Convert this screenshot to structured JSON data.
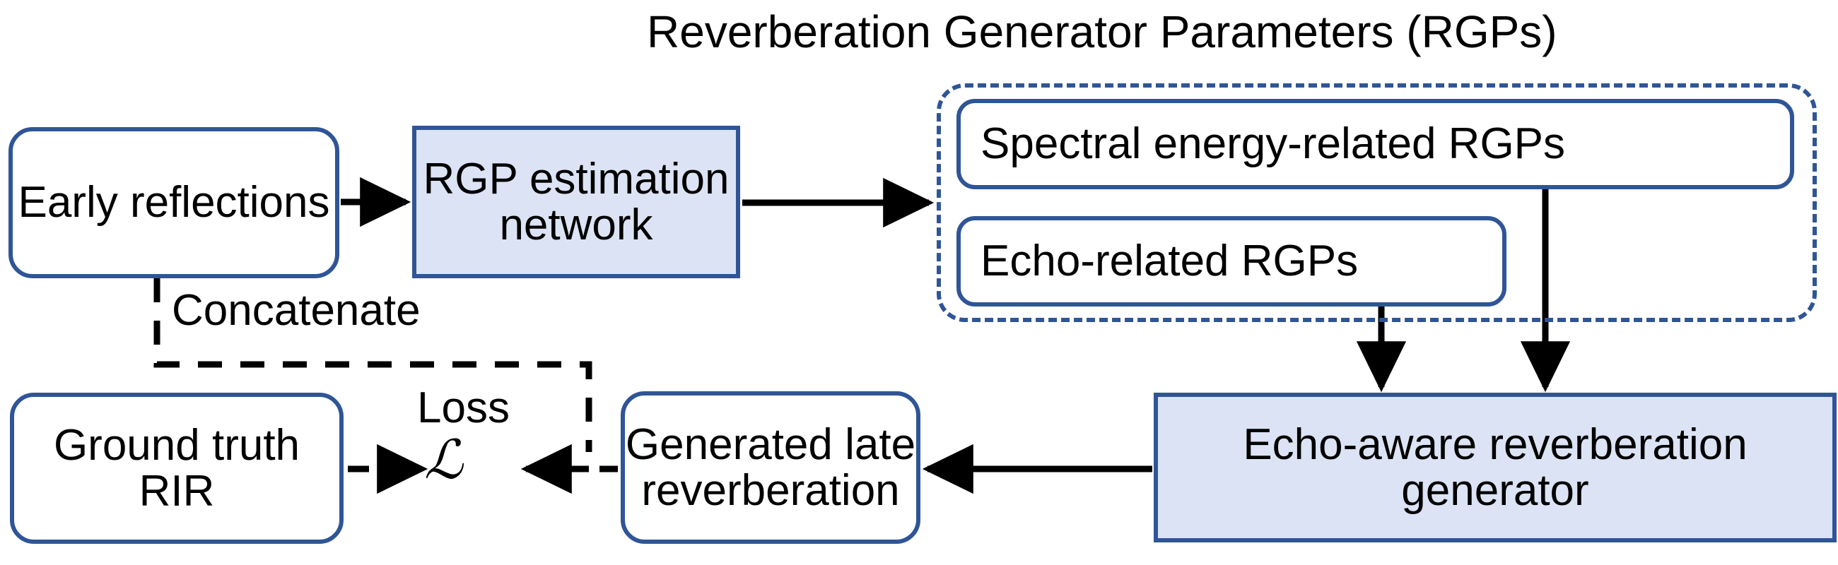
{
  "diagram": {
    "title": "Reverberation Generator Parameters (RGPs)",
    "nodes": {
      "early_reflections": "Early reflections",
      "rgp_estimation_network": "RGP estimation network",
      "spectral_rgps": "Spectral energy-related RGPs",
      "echo_rgps": "Echo-related RGPs",
      "echo_aware_generator": "Echo-aware reverberation generator",
      "generated_late_reverberation": "Generated late reverberation",
      "ground_truth_rir": "Ground truth RIR"
    },
    "edge_labels": {
      "concatenate": "Concatenate",
      "loss": "Loss",
      "loss_symbol": "ℒ"
    },
    "colors": {
      "node_border": "#2f5597",
      "node_fill_blue": "#dbe3f4",
      "node_fill_white": "#ffffff",
      "arrow": "#000000",
      "group_border": "#2f5597"
    }
  },
  "chart_data": {
    "type": "diagram",
    "title": "Reverberation Generator Parameters (RGPs)",
    "nodes": [
      {
        "id": "early_reflections",
        "label": "Early reflections",
        "shape": "rounded-rect",
        "fill": "#ffffff",
        "border": "#2f5597"
      },
      {
        "id": "rgp_estimation_network",
        "label": "RGP estimation network",
        "shape": "rect",
        "fill": "#dbe3f4",
        "border": "#2f5597"
      },
      {
        "id": "spectral_rgps",
        "label": "Spectral energy-related RGPs",
        "shape": "rounded-rect",
        "fill": "#ffffff",
        "border": "#2f5597",
        "group": "rgps"
      },
      {
        "id": "echo_rgps",
        "label": "Echo-related RGPs",
        "shape": "rounded-rect",
        "fill": "#ffffff",
        "border": "#2f5597",
        "group": "rgps"
      },
      {
        "id": "echo_aware_generator",
        "label": "Echo-aware reverberation generator",
        "shape": "rect",
        "fill": "#dbe3f4",
        "border": "#2f5597"
      },
      {
        "id": "generated_late_reverberation",
        "label": "Generated late reverberation",
        "shape": "rounded-rect",
        "fill": "#ffffff",
        "border": "#2f5597"
      },
      {
        "id": "ground_truth_rir",
        "label": "Ground truth RIR",
        "shape": "rounded-rect",
        "fill": "#ffffff",
        "border": "#2f5597"
      },
      {
        "id": "loss",
        "label": "ℒ",
        "shape": "none"
      }
    ],
    "groups": [
      {
        "id": "rgps",
        "label": "Reverberation Generator Parameters (RGPs)",
        "style": "dashed",
        "border": "#2f5597",
        "members": [
          "spectral_rgps",
          "echo_rgps"
        ]
      }
    ],
    "edges": [
      {
        "from": "early_reflections",
        "to": "rgp_estimation_network",
        "style": "solid",
        "arrow": true,
        "label": ""
      },
      {
        "from": "rgp_estimation_network",
        "to": "rgps",
        "style": "solid",
        "arrow": true,
        "label": ""
      },
      {
        "from": "spectral_rgps",
        "to": "echo_aware_generator",
        "style": "solid",
        "arrow": true,
        "label": ""
      },
      {
        "from": "echo_rgps",
        "to": "echo_aware_generator",
        "style": "solid",
        "arrow": true,
        "label": ""
      },
      {
        "from": "echo_aware_generator",
        "to": "generated_late_reverberation",
        "style": "solid",
        "arrow": true,
        "label": ""
      },
      {
        "from": "early_reflections",
        "to": "loss",
        "style": "dashed",
        "arrow": true,
        "label": "Concatenate"
      },
      {
        "from": "generated_late_reverberation",
        "to": "loss",
        "style": "dashed",
        "arrow": true,
        "label": "Loss"
      },
      {
        "from": "ground_truth_rir",
        "to": "loss",
        "style": "dashed",
        "arrow": true,
        "label": ""
      }
    ]
  }
}
